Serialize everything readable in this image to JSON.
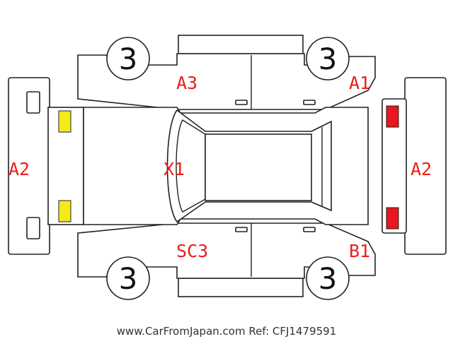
{
  "labels": {
    "a3": "A3",
    "a1": "A1",
    "a2_left": "A2",
    "a2_right": "A2",
    "x1": "X1",
    "sc3": "SC3",
    "b1": "B1"
  },
  "tires": {
    "front_left": "3",
    "front_right": "3",
    "rear_left": "3",
    "rear_right": "3"
  },
  "footer": {
    "watermark": "www.CarFromJapan.com Ref: CFJ1479591"
  },
  "colors": {
    "label_red": "#e8201c",
    "yellow_marker": "#f4ea1a",
    "red_marker": "#e8161e"
  }
}
